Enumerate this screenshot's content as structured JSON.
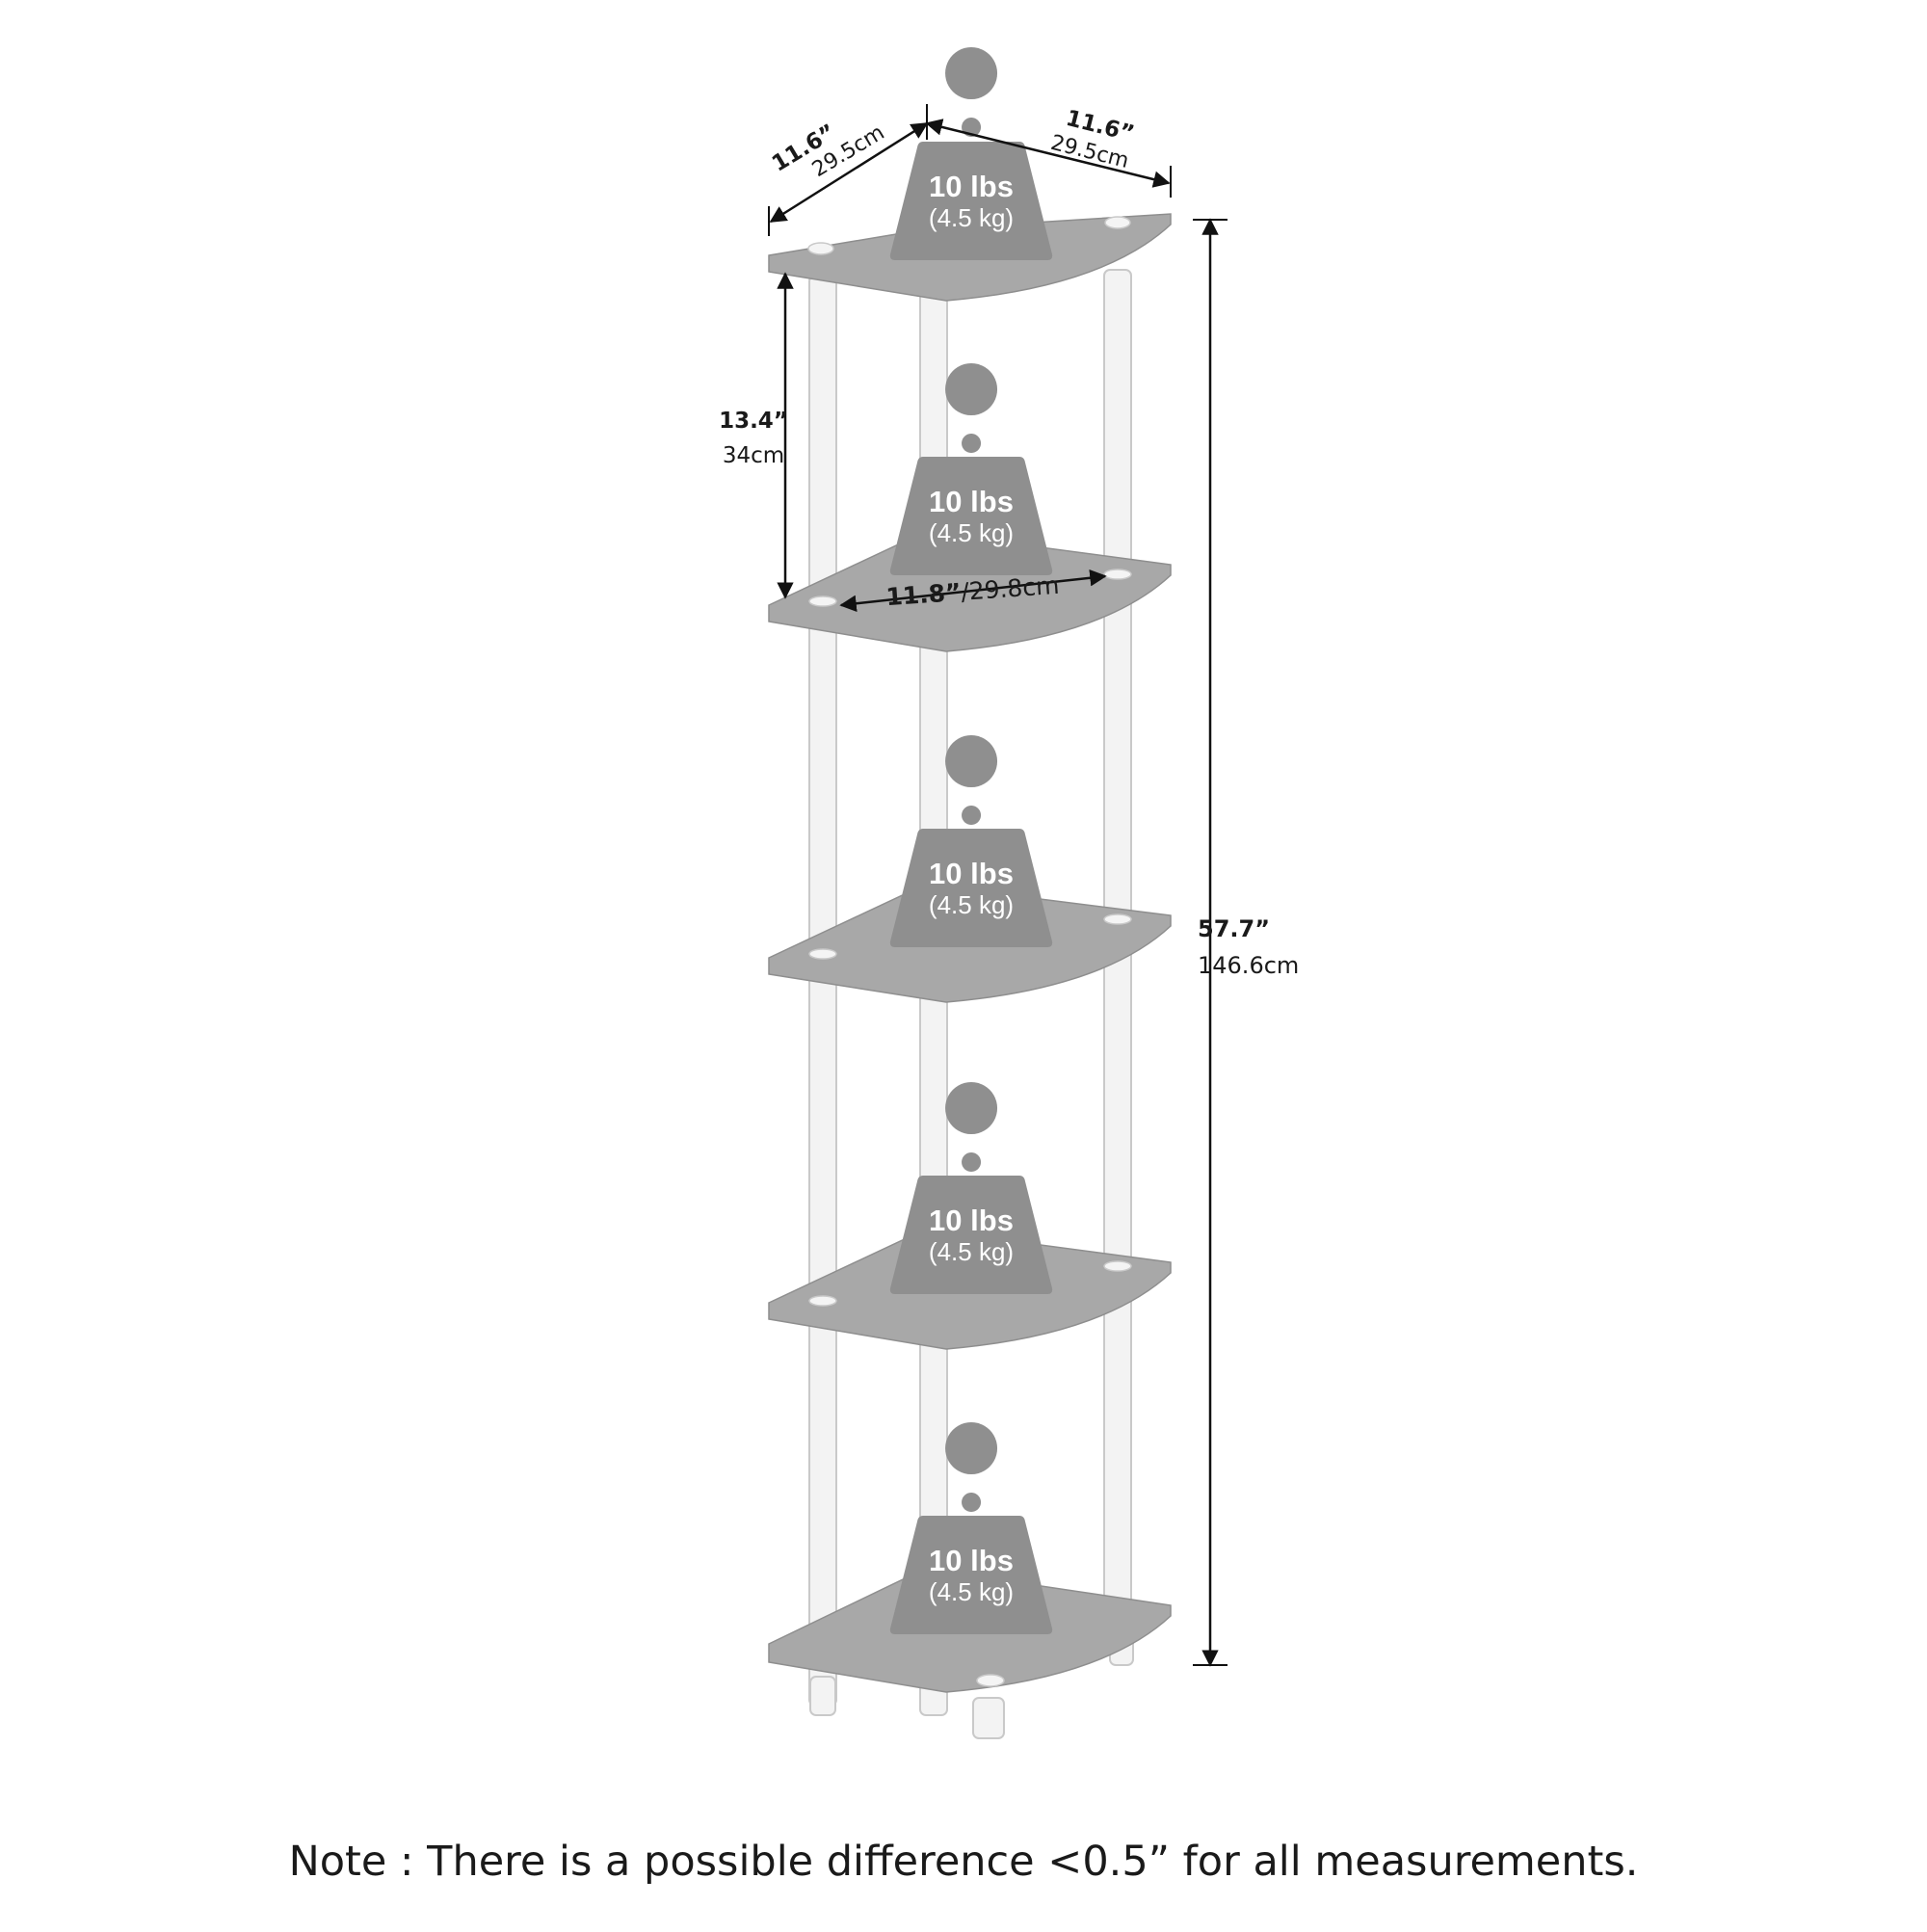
{
  "diagram": {
    "weight_labels": [
      {
        "lbs": "10 lbs",
        "kg": "(4.5 kg)"
      },
      {
        "lbs": "10 lbs",
        "kg": "(4.5 kg)"
      },
      {
        "lbs": "10 lbs",
        "kg": "(4.5 kg)"
      },
      {
        "lbs": "10 lbs",
        "kg": "(4.5 kg)"
      },
      {
        "lbs": "10 lbs",
        "kg": "(4.5 kg)"
      }
    ],
    "dimensions": {
      "left_depth": {
        "inch": "11.6”",
        "cm": "29.5cm"
      },
      "right_depth": {
        "inch": "11.6”",
        "cm": "29.5cm"
      },
      "shelf_spacing": {
        "inch": "13.4”",
        "cm": "34cm"
      },
      "front_width": {
        "inch": "11.8”",
        "cm": "/29.8cm"
      },
      "total_height": {
        "inch": "57.7”",
        "cm": "146.6cm"
      }
    },
    "colors": {
      "shelf": "#a8a8a8",
      "weight": "#8f8f8f",
      "post": "#f3f3f3"
    }
  },
  "note": "Note : There is a possible difference <0.5” for all measurements."
}
